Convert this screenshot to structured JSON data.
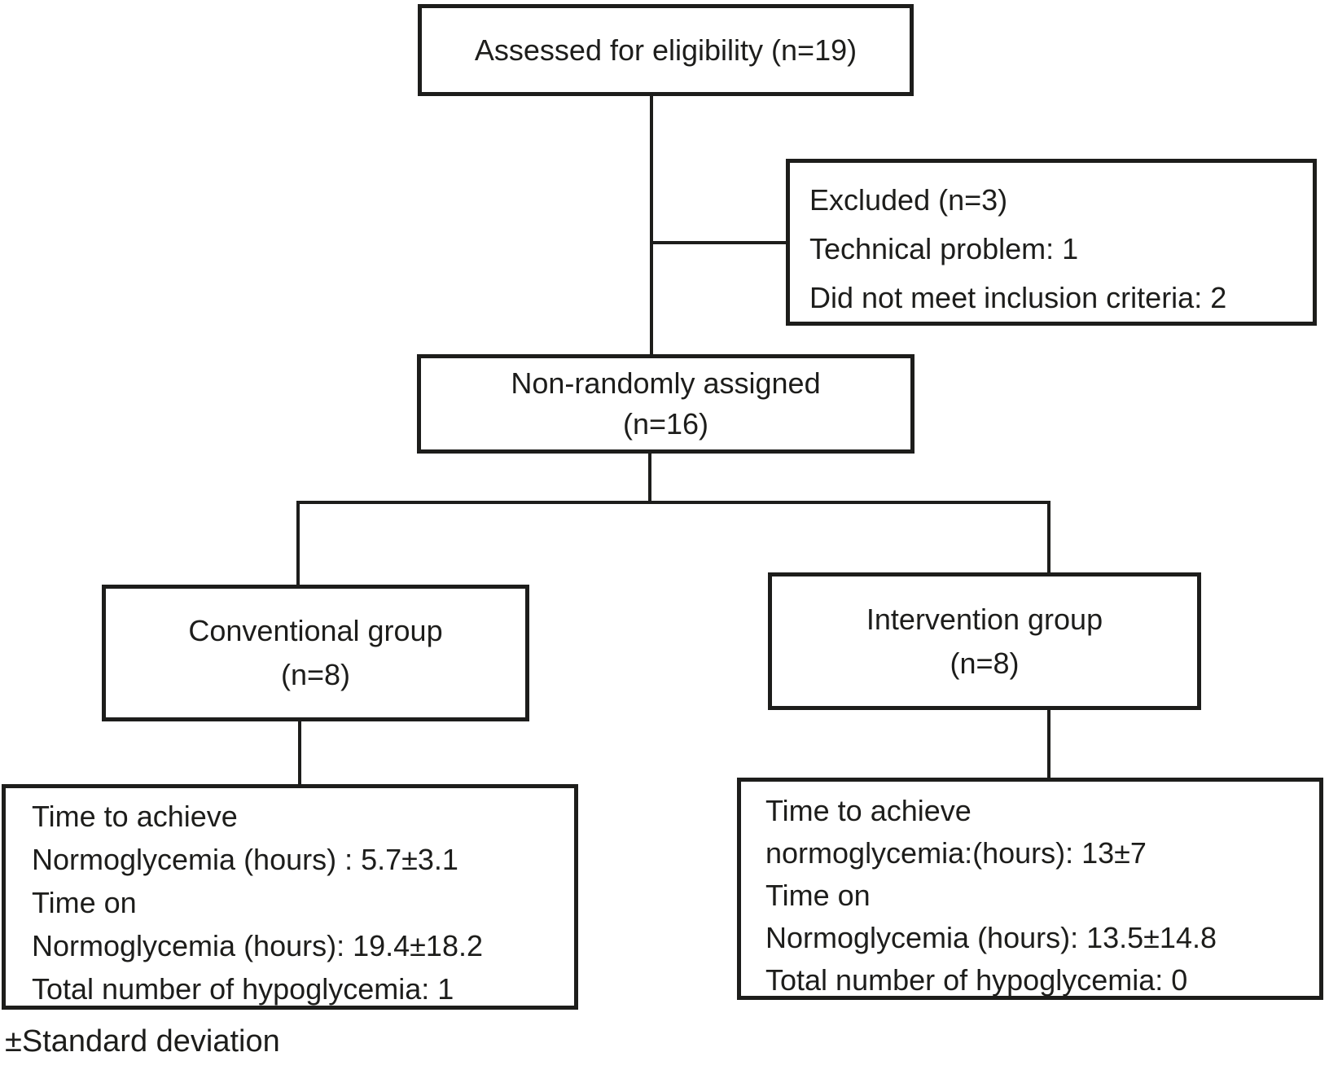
{
  "diagram": {
    "colors": {
      "ink": "#1d1d1b",
      "background": "#ffffff"
    },
    "boxes": {
      "eligibility": {
        "lines": [
          "Assessed for eligibility (n=19)"
        ]
      },
      "excluded": {
        "lines": [
          "Excluded (n=3)",
          "Technical problem: 1",
          "Did not meet inclusion criteria: 2"
        ]
      },
      "assigned": {
        "lines": [
          "Non-randomly assigned",
          "(n=16)"
        ]
      },
      "conventional": {
        "lines": [
          "Conventional group",
          "(n=8)"
        ]
      },
      "intervention": {
        "lines": [
          "Intervention group",
          "(n=8)"
        ]
      },
      "conventional_outcomes": {
        "lines": [
          "Time to achieve",
          "Normoglycemia (hours) : 5.7±3.1",
          "Time on",
          "Normoglycemia (hours): 19.4±18.2",
          "Total number of hypoglycemia: 1"
        ]
      },
      "intervention_outcomes": {
        "lines": [
          "Time to achieve",
          "normoglycemia:(hours): 13±7",
          "Time on",
          "Normoglycemia (hours): 13.5±14.8",
          "Total number of hypoglycemia: 0"
        ]
      }
    },
    "footnote": "±Standard deviation"
  }
}
